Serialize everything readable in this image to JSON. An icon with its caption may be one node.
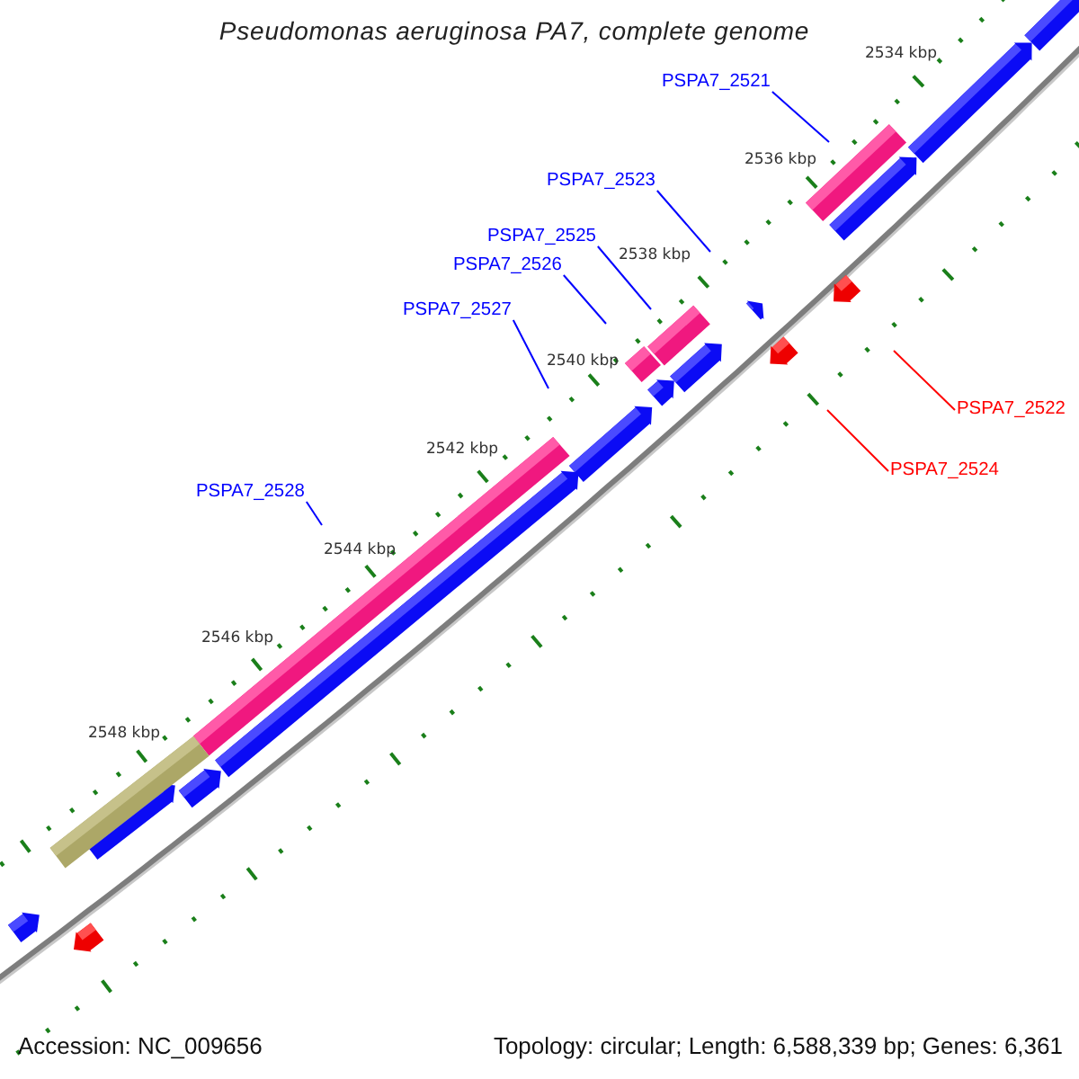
{
  "diagram": {
    "title": "Pseudomonas aeruginosa PA7, complete genome",
    "nodes": [
      {
        "text": [
          "PSPA7_2521"
        ]
      },
      {
        "text": [
          "PSPA7_2523"
        ]
      },
      {
        "text": [
          "PSPA7_2525"
        ]
      },
      {
        "text": [
          "PSPA7_2526"
        ]
      },
      {
        "text": [
          "PSPA7_2527"
        ]
      },
      {
        "text": [
          "PSPA7_2522"
        ]
      },
      {
        "text": [
          "PSPA7_2524"
        ]
      },
      {
        "text": [
          "PSPA7_2528"
        ]
      }
    ],
    "edges": [
      {
        "from": 0,
        "to": null,
        "arrow": "none"
      },
      {
        "from": 1,
        "to": null,
        "arrow": "none"
      },
      {
        "from": 2,
        "to": null,
        "arrow": "none"
      },
      {
        "from": 3,
        "to": null,
        "arrow": "none"
      },
      {
        "from": 4,
        "to": null,
        "arrow": "none"
      },
      {
        "from": 5,
        "to": null,
        "arrow": "none",
        "color": "#ff0000"
      },
      {
        "from": 6,
        "to": null,
        "arrow": "none",
        "color": "#ff0000"
      },
      {
        "from": 7,
        "to": null,
        "arrow": "none"
      }
    ],
    "labels": [
      "2534 kbp",
      "2536 kbp",
      "2538 kbp",
      "2540 kbp",
      "2542 kbp",
      "2544 kbp",
      "2546 kbp",
      "2548 kbp",
      "Accession: NC_009656",
      "Topology: circular; Length: 6,588,339 bp; Genes: 6,361"
    ]
  }
}
